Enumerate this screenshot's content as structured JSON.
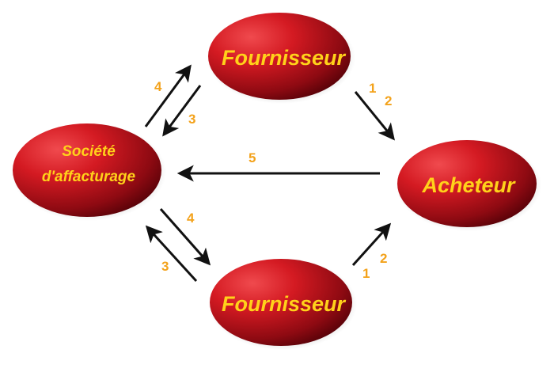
{
  "nodes": {
    "fournisseur_top": {
      "label": "Fournisseur"
    },
    "acheteur": {
      "label": "Acheteur"
    },
    "societe": {
      "line1": "Société",
      "line2": "d'affacturage"
    },
    "fournisseur_bottom": {
      "label": "Fournisseur"
    }
  },
  "edge_labels": {
    "top_to_acheteur_a": "1",
    "top_to_acheteur_b": "2",
    "societe_to_top": "4",
    "top_to_societe": "3",
    "acheteur_to_societe": "5",
    "societe_to_bottom": "4",
    "bottom_to_societe": "3",
    "bottom_to_acheteur_a": "1",
    "bottom_to_acheteur_b": "2"
  },
  "colors": {
    "node_fill_light": "#e4222a",
    "node_fill_dark": "#5a0008",
    "node_text": "#ffd21a",
    "edge_label": "#f3a21b",
    "arrow": "#111111"
  }
}
